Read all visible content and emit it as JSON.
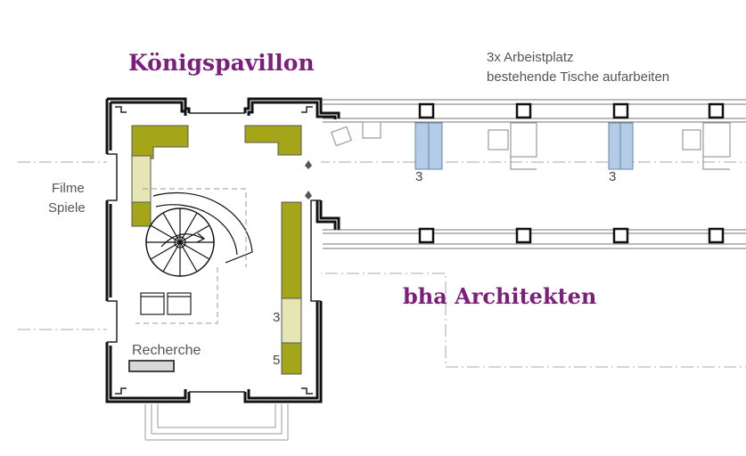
{
  "titles": {
    "building": "Königspavillon",
    "architect": "bha Architekten"
  },
  "labels": {
    "workspace_line1": "3x Arbeistplatz",
    "workspace_line2": "bestehende Tische aufarbeiten",
    "media_line1": "Filme",
    "media_line2": "Spiele",
    "research": "Recherche"
  },
  "numbers": {
    "desk_a": "3",
    "desk_b": "3",
    "shelf_upper": "3",
    "shelf_lower": "5"
  },
  "colors": {
    "title": "#7b1f7a",
    "wall": "#111111",
    "shelf_olive": "#a5a519",
    "shelf_light": "#e6e6b4",
    "desk_blue": "#b4cce8",
    "line_grey": "#999999"
  }
}
